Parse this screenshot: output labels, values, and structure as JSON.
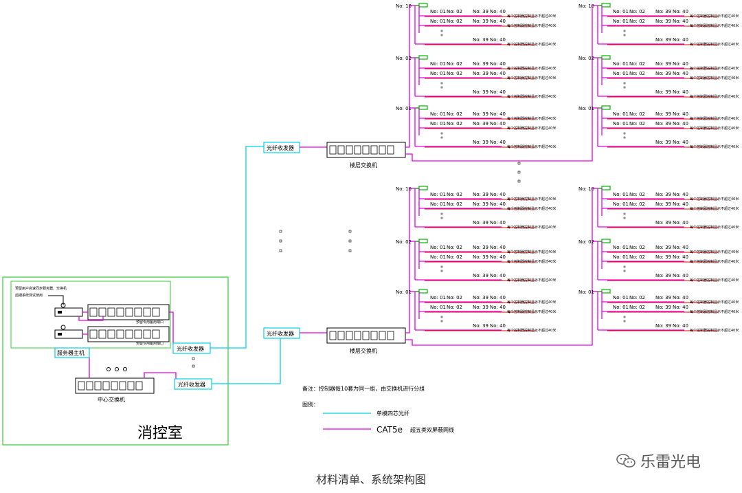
{
  "labels": {
    "fiber_transceiver": "光纤收发器",
    "floor_switch": "楼层交换机",
    "central_switch": "中心交换机",
    "server_host": "服务器主机",
    "control_room": "消控室",
    "note": "备注：控制器每10套为同一组，由交换机进行分组",
    "legend_title": "图例：",
    "legend_fiber": "单模四芯光纤",
    "legend_cat_code": "CAT5e",
    "legend_cat_desc": "超五类双屏蔽网线",
    "server_note_line1": "预留用户高速同步服务器、交换机",
    "server_note_line2": "后期系统测试使用",
    "server_port_note": "预留专用备用端口",
    "device_note": "每个控制器控制显示不超过40米"
  },
  "controllers": {
    "groups": [
      "No: 10",
      "No: 02",
      "No: 01"
    ],
    "row1": [
      "No: 01",
      "No: 02",
      "No: 39",
      "No: 40"
    ],
    "row2": [
      "No: 01",
      "No: 02",
      "No: 39",
      "No: 40"
    ],
    "row3": [
      "No: 39",
      "No: 40"
    ]
  },
  "caption": "材料清单、系统架构图",
  "brand": "乐雷光电",
  "colors": {
    "fiber": "#00d2e6",
    "cat5e": "#e600e6",
    "control_room_border": "#33cc33"
  }
}
